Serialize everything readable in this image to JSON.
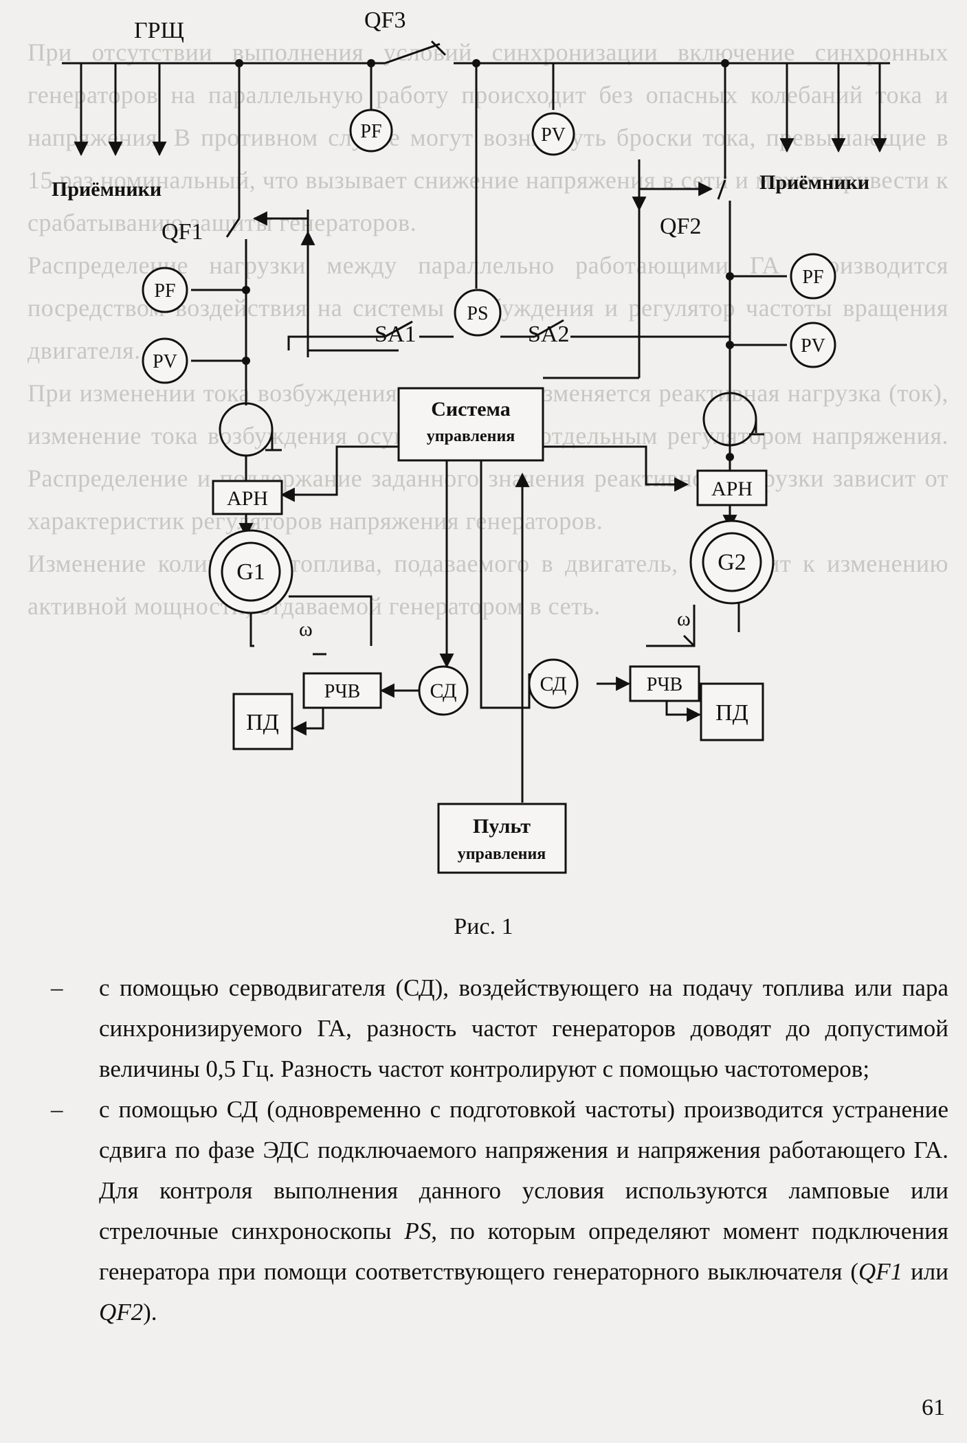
{
  "bleed_text": "При отсутствии выполнения условий синхронизации включение синхронных генераторов на параллельную работу происходит без опасных колебаний тока и напряжения. В противном случае могут возникнуть броски тока, превышающие в 15 раз номинальный, что вызывает снижение напряжения в сети и может привести к срабатыванию защиты генераторов.\nРаспределение нагрузки между параллельно работающими ГА производится посредством воздействия на системы возбуждения и регулятор частоты вращения двигателя.\nПри изменении тока возбуждения генератора изменяется реактивная нагрузка (ток), изменение тока возбуждения осуществляется отдельным регулятором напряжения. Распределение и поддержание заданного значения реактивной нагрузки зависит от характеристик регуляторов напряжения генераторов.\nИзменение количества топлива, подаваемого в двигатель, приводит к изменению активной мощности, отдаваемой генератором в сеть.",
  "diagram": {
    "labels": {
      "grsch": "ГРЩ",
      "qf3": "QF3",
      "qf1": "QF1",
      "qf2": "QF2",
      "receivers_left": "Приёмники",
      "receivers_right": "Приёмники",
      "sa1": "SA1",
      "sa2": "SA2",
      "omega_left": "ω",
      "omega_right": "ω"
    },
    "circles": {
      "pf_top": "PF",
      "pv_top": "PV",
      "pf_left": "PF",
      "pv_left": "PV",
      "pf_right": "PF",
      "pv_right": "PV",
      "ps": "PS",
      "g1": "G1",
      "g2": "G2",
      "sd_left": "СД",
      "sd_right": "СД"
    },
    "boxes": {
      "control_system_line1": "Система",
      "control_system_line2": "управления",
      "arn_left": "АРН",
      "arn_right": "АРН",
      "rchv_left": "РЧВ",
      "rchv_right": "РЧВ",
      "pd_left": "ПД",
      "pd_right": "ПД",
      "control_panel_line1": "Пульт",
      "control_panel_line2": "управления"
    }
  },
  "figure_caption": "Рис. 1",
  "bullets": [
    {
      "dash": "–",
      "text": "с помощью серводвигателя (СД), воздействующего на подачу топлива или пара синхронизируемого ГА, разность частот генераторов доводят до допустимой величины 0,5 Гц. Разность частот контролируют с помощью частотомеров;"
    },
    {
      "dash": "–",
      "text_before": "с помощью СД (одновременно с подготовкой частоты) производится устранение сдвига по фазе ЭДС подключаемого напряжения и напряжения работающего ГА. Для контроля выполнения данного условия используются ламповые или стрелочные синхроноскопы ",
      "ps": "PS",
      "text_middle": ", по которым определяют момент подключения генератора при помощи соответствующего генераторного выключателя (",
      "qf1": "QF1",
      "text_or": " или ",
      "qf2": "QF2",
      "text_end": ")."
    }
  ],
  "page_number": "61"
}
